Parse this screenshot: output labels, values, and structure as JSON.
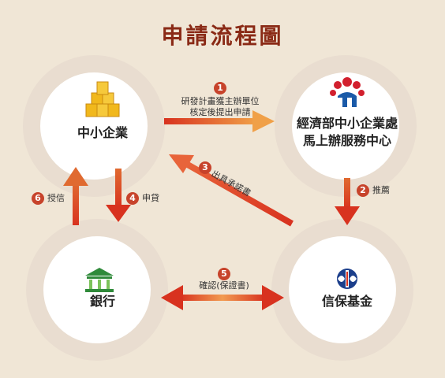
{
  "title": "申請流程圖",
  "nodes": {
    "sme": "中小企業",
    "econ_line1": "經濟部中小企業處",
    "econ_line2": "馬上辦服務中心",
    "bank": "銀行",
    "guarantee": "信保基金"
  },
  "steps": {
    "s1_num": "1",
    "s1_line1": "研發計畫獲主辦單位",
    "s1_line2": "核定後提出申請",
    "s2_num": "2",
    "s2_label": "推薦",
    "s3_num": "3",
    "s3_label": "出具承諾書",
    "s4_num": "4",
    "s4_label": "申貸",
    "s5_num": "5",
    "s5_label": "確認(保證書)",
    "s6_num": "6",
    "s6_label": "授信"
  },
  "colors": {
    "arrow_start": "#f3a24a",
    "arrow_end": "#d8321f",
    "title": "#8a2a16",
    "ring": "#e9ddd0",
    "background": "#f0e6d6"
  }
}
